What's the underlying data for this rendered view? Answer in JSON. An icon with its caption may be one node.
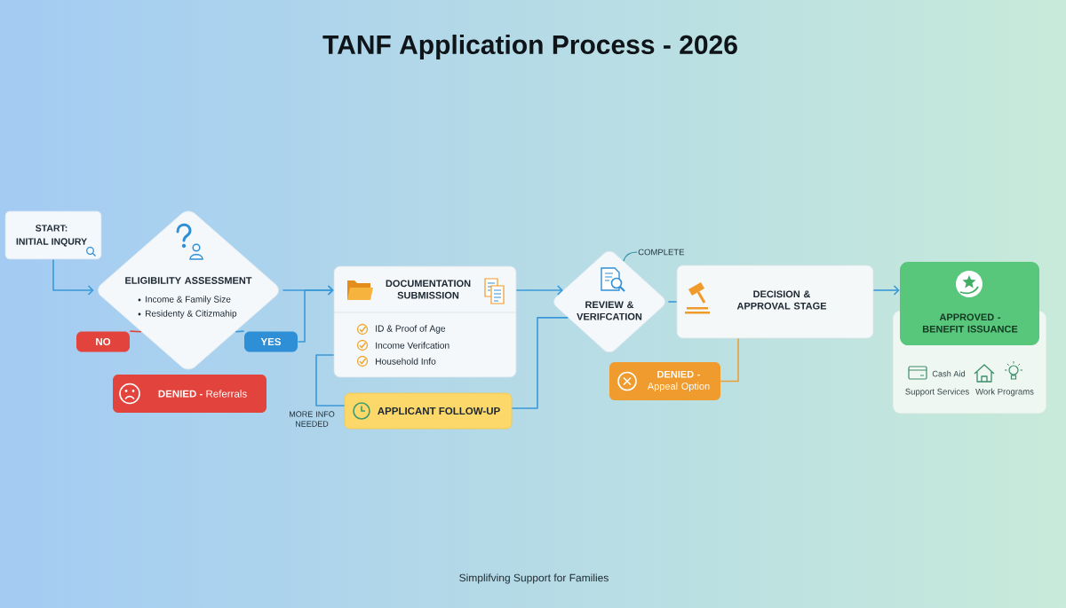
{
  "diagram": {
    "title": "TANF Application Process - 2026",
    "caption": "Simplifving Support for Families",
    "nodes": [
      {
        "text": [
          "START:",
          "INITIAL INQURY"
        ]
      },
      {
        "text": [
          "ELIGIBILITY ASSESSMENT",
          "Income & Family Size",
          "Residenty & Citizmahip"
        ]
      },
      {
        "text": [
          "NO"
        ]
      },
      {
        "text": [
          "YES"
        ]
      },
      {
        "text": [
          "**DENIED -** Referrals"
        ]
      },
      {
        "text": [
          "DOCUMENTATION SUBMISSION",
          "ID & Proof of Age",
          "Income Verifcation",
          "Household Info"
        ]
      },
      {
        "text": [
          "APPLICANT FOLLOW-UP"
        ]
      },
      {
        "text": [
          "REVIEW & VERIFCATION"
        ]
      },
      {
        "text": [
          "DECISION & APPROVAL STAGE"
        ]
      },
      {
        "text": [
          "**DENIED -** Appeal Option"
        ]
      },
      {
        "text": [
          "APPROVED - BENEFIT ISSUANCE"
        ]
      },
      {
        "text": [
          "Cash Aid",
          "Support Services",
          "Work Programs"
        ]
      },
      {
        "text": [
          "COMPLETE"
        ]
      }
    ],
    "edges": [
      {
        "from": 0,
        "to": 1,
        "arrow": "to"
      },
      {
        "from": 1,
        "to": 2,
        "arrow": "none",
        "color": "#e0443e"
      },
      {
        "from": 1,
        "to": 3,
        "arrow": "none"
      },
      {
        "from": 1,
        "to": 5,
        "arrow": "to"
      },
      {
        "from": 3,
        "to": 5,
        "arrow": "to"
      },
      {
        "from": 5,
        "to": 7,
        "arrow": "to"
      },
      {
        "from": 5,
        "to": 6,
        "arrow": "none",
        "label": "MORE INFO NEEDED"
      },
      {
        "from": 6,
        "to": 7,
        "arrow": "none"
      },
      {
        "from": 7,
        "to": 8,
        "arrow": "none"
      },
      {
        "from": 8,
        "to": 9,
        "arrow": "none",
        "color": "#e9a03a"
      },
      {
        "from": 8,
        "to": 10,
        "arrow": "to"
      },
      {
        "from": 12,
        "to": 7,
        "arrow": "none",
        "color": "#2a8ca0"
      }
    ]
  }
}
